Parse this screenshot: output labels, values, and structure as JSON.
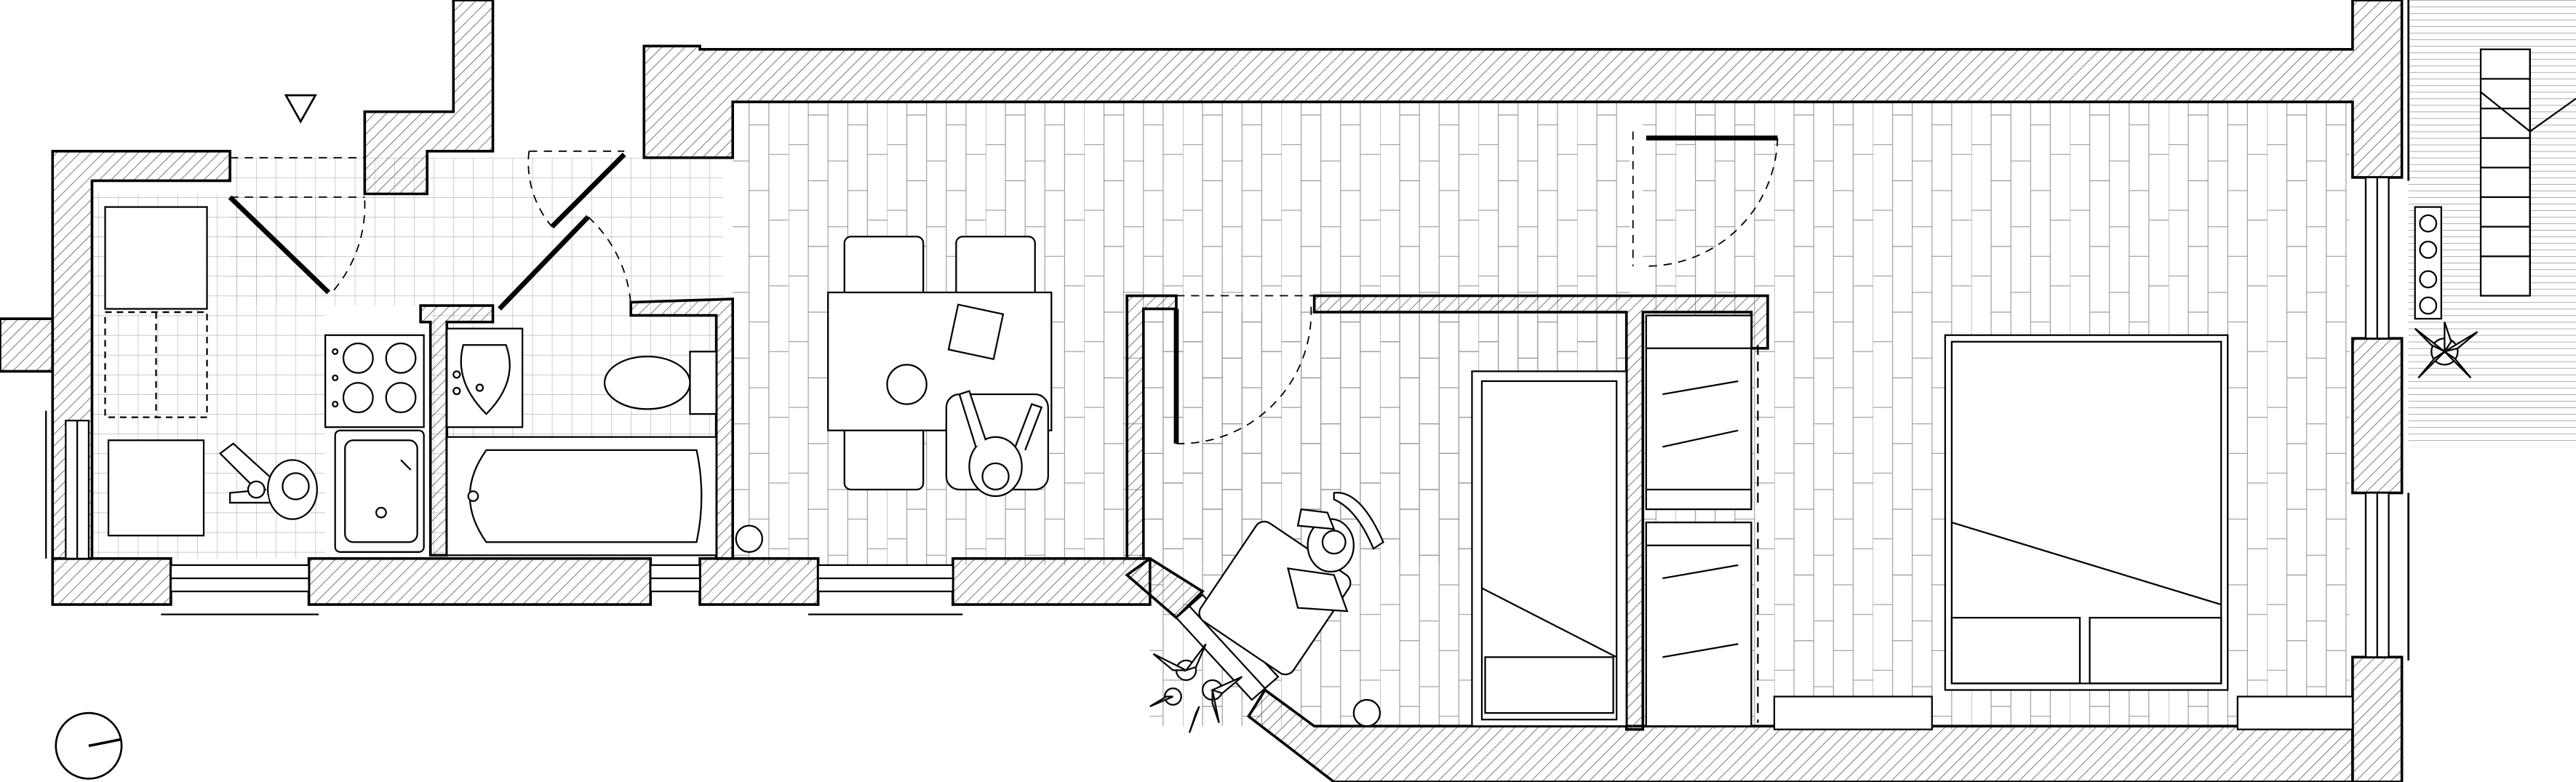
{
  "drawing": {
    "kind": "architectural floor plan",
    "line_color": "#000000",
    "background_color": "#ffffff",
    "hatch_color": "#555555",
    "floor_line_color": "#888888",
    "rooms": [
      "hall",
      "kitchen",
      "bathroom",
      "living-dining",
      "study",
      "bedroom",
      "balcony"
    ],
    "furniture": [
      "dining-table",
      "chairs",
      "armchair",
      "single-bed",
      "double-bed",
      "wardrobe",
      "bathtub",
      "toilet",
      "washbasin",
      "sink",
      "cooktop",
      "fridge",
      "plants"
    ],
    "symbols": [
      "entrance-triangle",
      "compass"
    ]
  }
}
